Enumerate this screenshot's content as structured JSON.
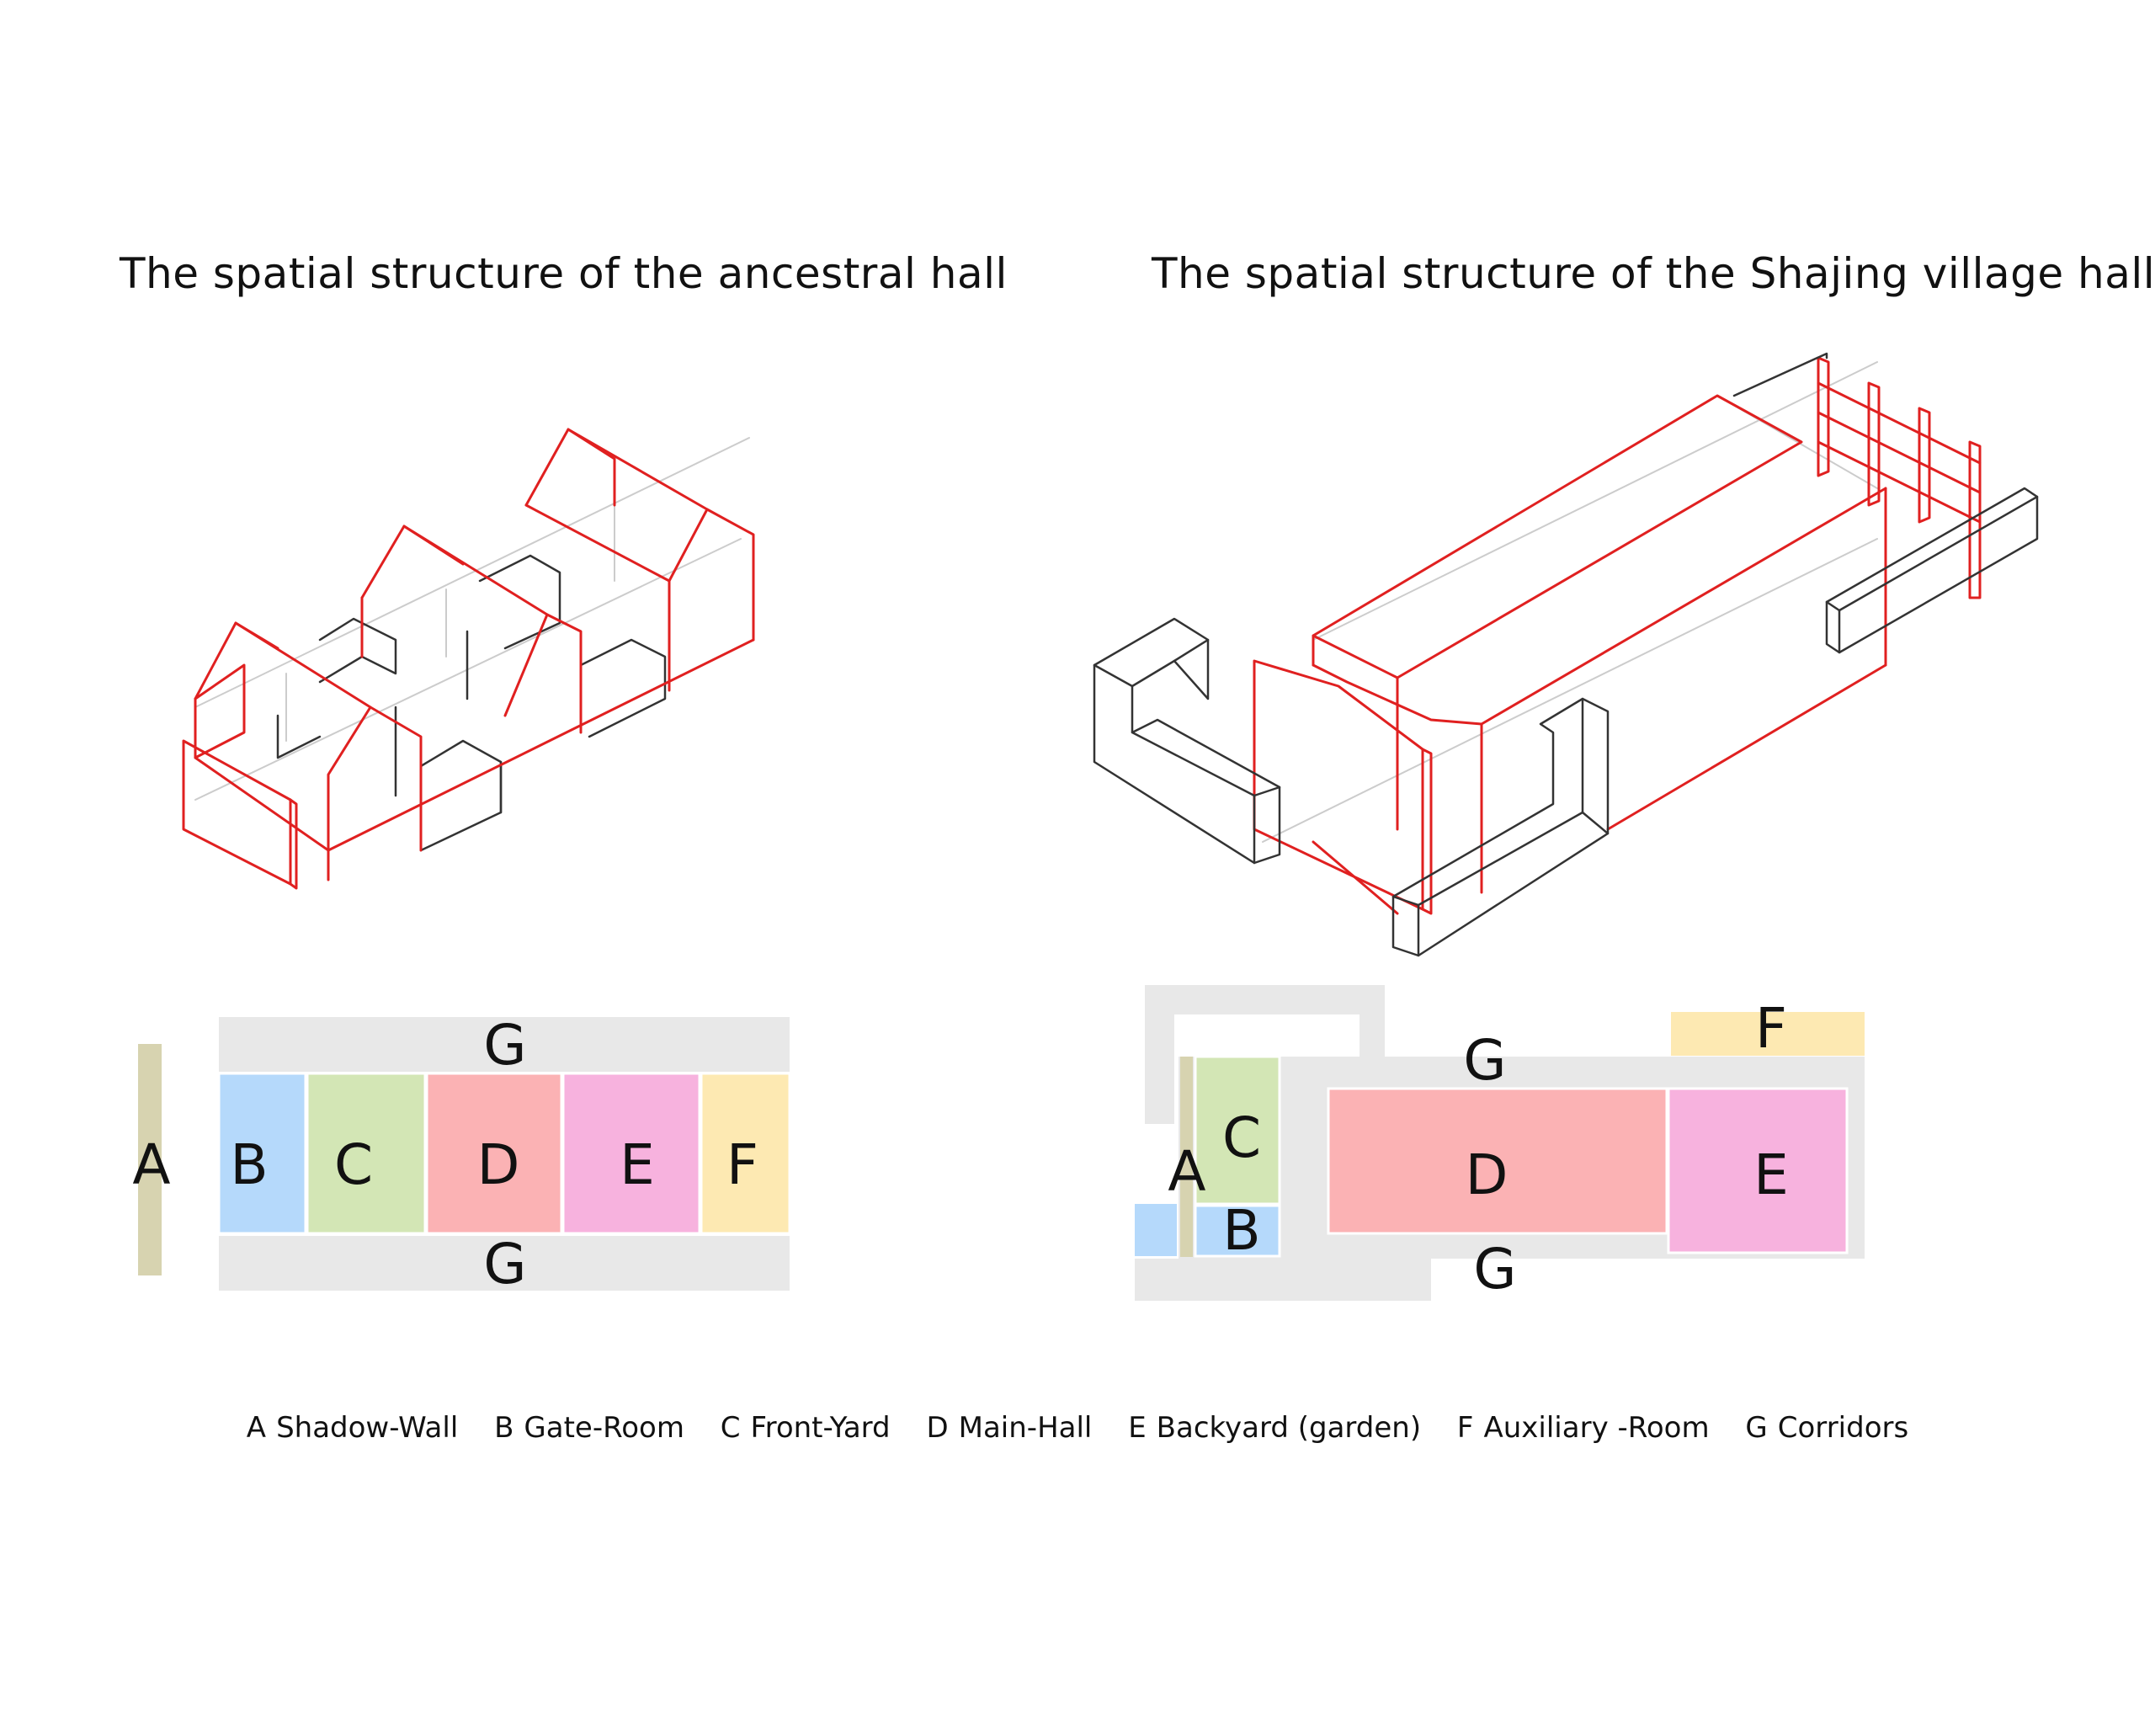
{
  "titles": {
    "left": "The spatial structure of the ancestral hall",
    "right": "The spatial structure of the Shajing village hall"
  },
  "colors": {
    "outline_red": "#e02020",
    "outline_black": "#333333",
    "guide_gray": "#cccccc",
    "shadow_wall": "#d7d3b0",
    "gate_room": "#b5d9fb",
    "front_yard": "#d3e6b5",
    "main_hall": "#fbb2b4",
    "backyard": "#f7b2de",
    "auxiliary_room": "#fde9b2",
    "corridors": "#e8e8e8"
  },
  "plan_left": {
    "labels": {
      "A": "A",
      "B": "B",
      "C": "C",
      "D": "D",
      "E": "E",
      "F": "F",
      "G_top": "G",
      "G_bottom": "G"
    }
  },
  "plan_right": {
    "labels": {
      "A": "A",
      "B": "B",
      "C": "C",
      "D": "D",
      "E": "E",
      "F": "F",
      "G_top": "G",
      "G_bottom": "G"
    }
  },
  "legend": [
    {
      "key": "A",
      "label": "Shadow-Wall"
    },
    {
      "key": "B",
      "label": "Gate-Room"
    },
    {
      "key": "C",
      "label": "Front-Yard"
    },
    {
      "key": "D",
      "label": "Main-Hall"
    },
    {
      "key": "E",
      "label": "Backyard (garden)"
    },
    {
      "key": "F",
      "label": "Auxiliary -Room"
    },
    {
      "key": "G",
      "label": "Corridors"
    }
  ]
}
